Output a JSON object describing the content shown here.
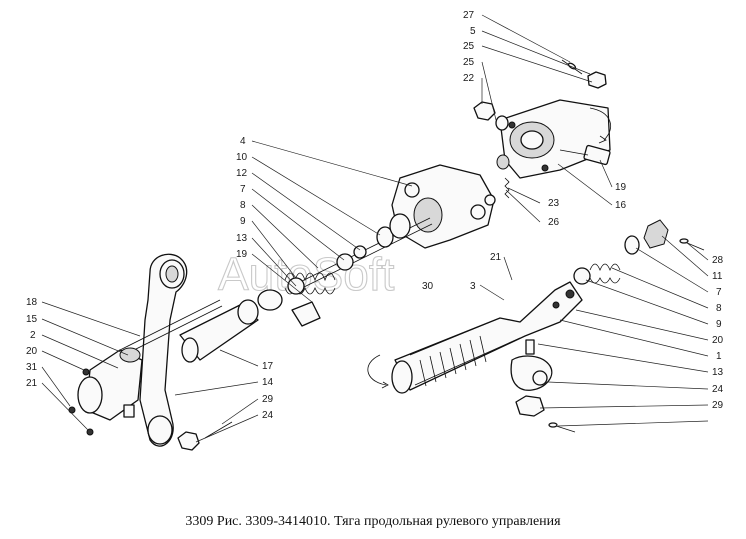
{
  "caption": "3309 Рис. 3309-3414010. Тяга продольная рулевого управления",
  "watermark": "AutoSoft",
  "labels": {
    "top_27": "27",
    "top_5": "5",
    "top_25a": "25",
    "top_25b": "25",
    "top_22": "22",
    "m_4": "4",
    "m_10": "10",
    "m_12": "12",
    "m_7": "7",
    "m_8": "8",
    "m_9": "9",
    "m_13": "13",
    "m_19": "19",
    "c_21": "21",
    "c_3": "3",
    "c_30": "30",
    "c_23": "23",
    "c_26": "26",
    "c_19": "19",
    "c_16": "16",
    "l_18": "18",
    "l_15": "15",
    "l_2": "2",
    "l_20": "20",
    "l_31": "31",
    "l_21": "21",
    "l_17": "17",
    "l_14": "14",
    "l_29": "29",
    "l_24": "24",
    "r_28": "28",
    "r_11": "11",
    "r_7": "7",
    "r_8": "8",
    "r_9": "9",
    "r_20": "20",
    "r_1": "1",
    "r_13": "13",
    "r_24": "24",
    "r_29": "29"
  }
}
